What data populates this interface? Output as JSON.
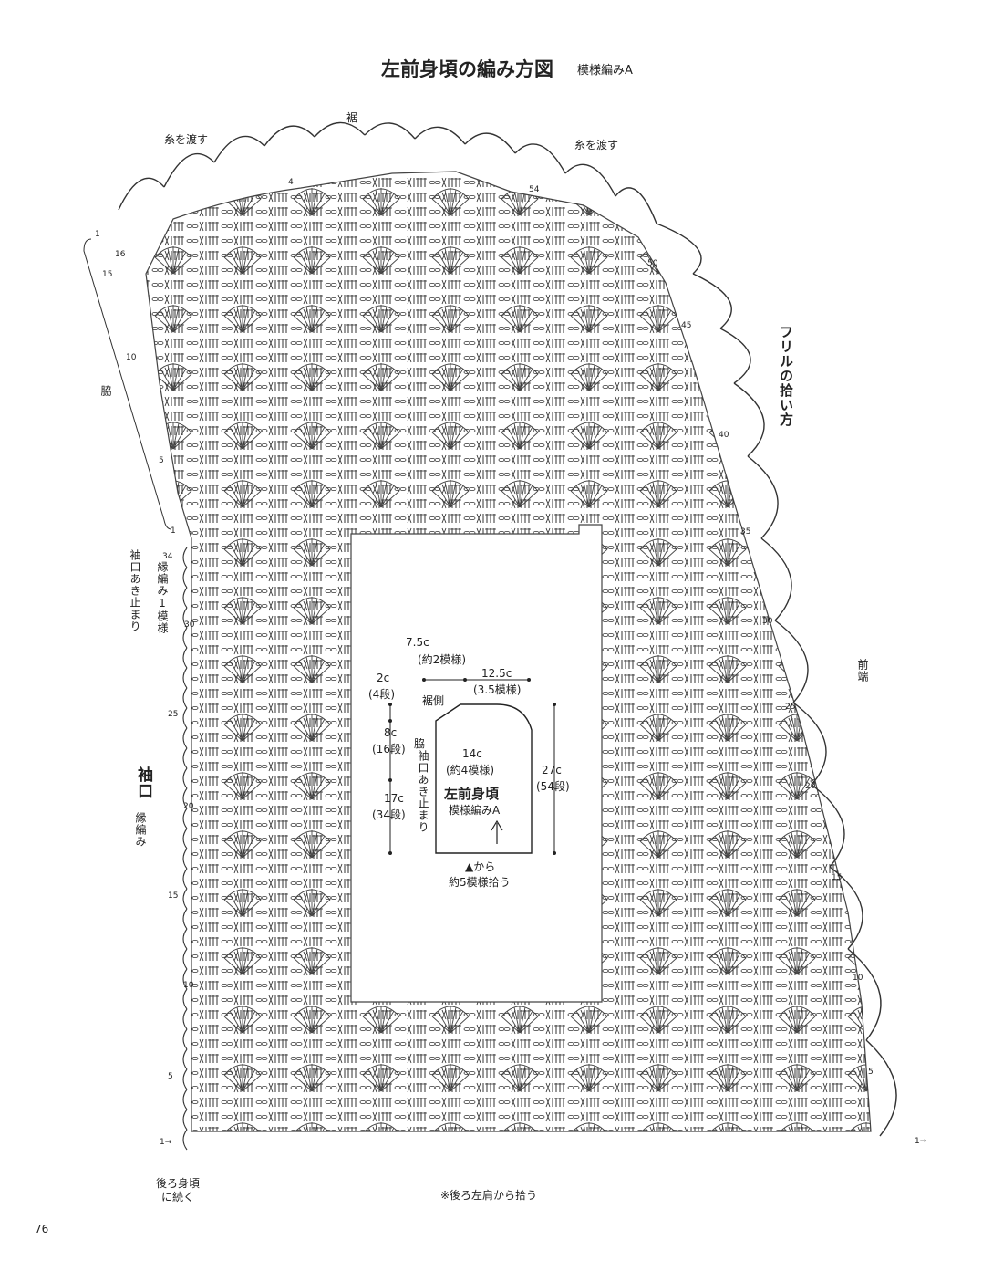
{
  "title": "左前身頃の編み方図",
  "subtitle": "模様編みA",
  "top_label": "裾",
  "thread_pass_left": "糸を渡す",
  "thread_pass_right": "糸を渡す",
  "frill_label": "フリルの拾い方",
  "front_edge_label": "前端",
  "side_label": "脇",
  "sleeve_stop_label": "袖口あき止まり",
  "edge_pattern_label": "縁編み1模様",
  "sleeve_label": "袖口",
  "sleeve_edge_label": "縁編み",
  "continue_label": "後ろ身頃に続く",
  "bottom_note": "※後ろ左肩から拾う",
  "page_number": "76",
  "row_labels_left": [
    "16",
    "15",
    "10",
    "5",
    "34",
    "30",
    "25",
    "20",
    "15",
    "10",
    "5"
  ],
  "row_labels_right": [
    "54",
    "50",
    "45",
    "40",
    "35",
    "30",
    "25",
    "20",
    "15",
    "10",
    "5"
  ],
  "row_markers": {
    "one_top": "1",
    "one_mid": "1",
    "four": "4",
    "start_left": "1→",
    "start_right": "1→"
  },
  "schematic": {
    "dim_top_left": "7.5c",
    "dim_top_left_sub": "(約2模様)",
    "dim_top_right": "12.5c",
    "dim_top_right_sub": "(3.5模様)",
    "dim_2c": "2c",
    "dim_2c_sub": "(4段)",
    "hem_side": "裾側",
    "side": "脇",
    "dim_8c": "8c",
    "dim_8c_sub": "(16段)",
    "dim_14c": "14c",
    "dim_14c_sub": "(約4模様)",
    "dim_27c": "27c",
    "dim_27c_sub": "(54段)",
    "piece_name": "左前身頃",
    "piece_pattern": "模様編みA",
    "sleeve_stop": "袖口あき止まり",
    "dim_17c": "17c",
    "dim_17c_sub": "(34段)",
    "pickup_1": "▲から",
    "pickup_2": "約5模様拾う"
  }
}
